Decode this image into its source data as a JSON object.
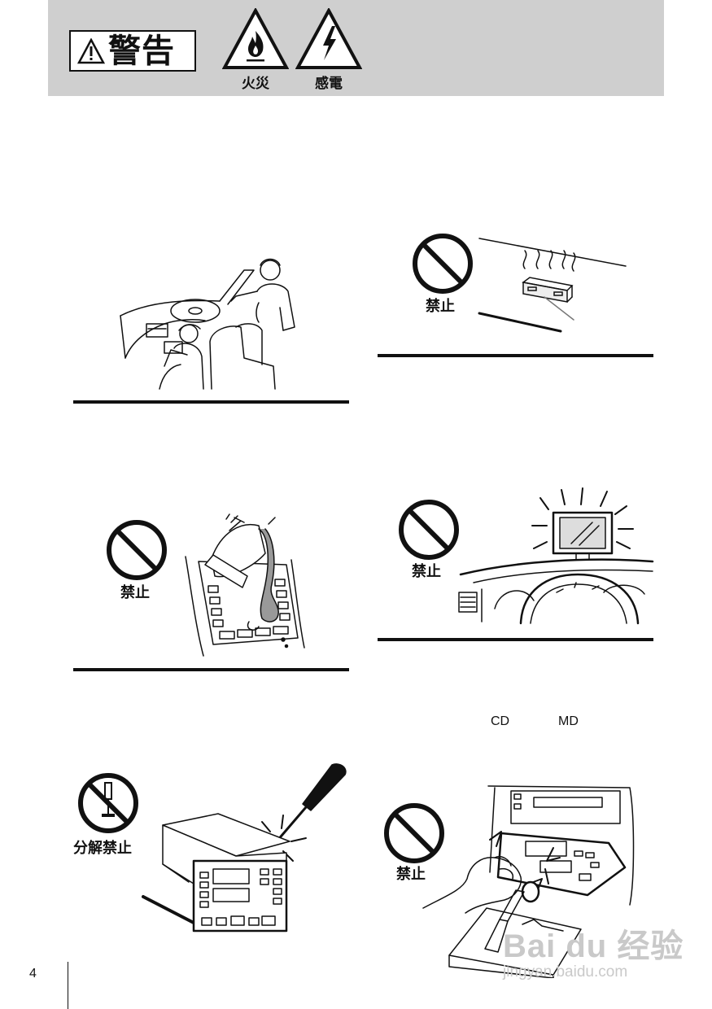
{
  "header": {
    "warning_label": "警告",
    "hazards": [
      {
        "icon": "fire-hazard-icon",
        "label": "火災"
      },
      {
        "icon": "electric-shock-icon",
        "label": "感電"
      }
    ]
  },
  "figures": [
    {
      "id": "installation",
      "caption": ""
    },
    {
      "id": "heat-sunlight",
      "caption": "禁止"
    },
    {
      "id": "liquid-spill",
      "caption": "禁止"
    },
    {
      "id": "monitor-view",
      "caption": "禁止"
    },
    {
      "id": "disassembly",
      "caption": "分解禁止"
    },
    {
      "id": "disc-slot",
      "caption": "禁止"
    }
  ],
  "media_labels": {
    "cd": "CD",
    "md": "MD"
  },
  "page_number": "4",
  "watermark": {
    "brand": "Bai du 经验",
    "url": "jingyan.baidu.com"
  },
  "colors": {
    "banner": "#cfcfcf",
    "ink": "#111111",
    "watermark": "#c9c9c9"
  }
}
